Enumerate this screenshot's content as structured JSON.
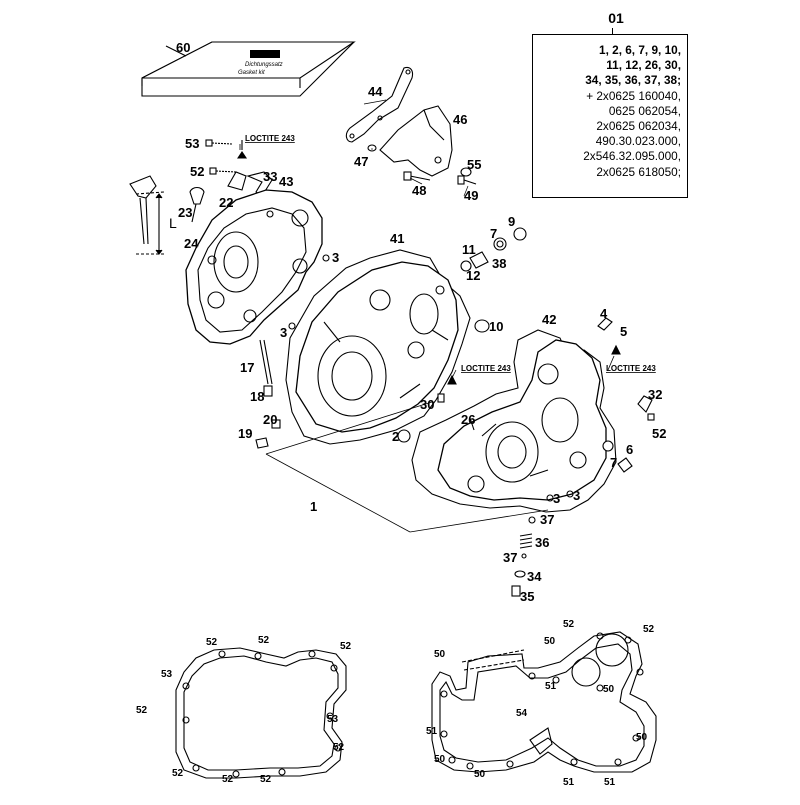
{
  "parts_box": {
    "title": "01",
    "lines": [
      "1, 2, 6, 7, 9, 10,",
      "11, 12, 26, 30,",
      "34, 35, 36, 37, 38;",
      "+ 2x0625 160040,",
      "0625 062054,",
      "2x0625 062034,",
      "490.30.023.000,",
      "2x546.32.095.000,",
      "2x0625 618050;"
    ]
  },
  "card_text": [
    "Dichtungssatz",
    "Gasket kit"
  ],
  "loctite_labels": [
    "LOCTITE 243",
    "LOCTITE 243",
    "LOCTITE 243"
  ],
  "dipstick_label": "L",
  "part_labels": [
    "60",
    "44",
    "46",
    "53",
    "52",
    "33",
    "22",
    "43",
    "23",
    "24",
    "47",
    "48",
    "55",
    "49",
    "9",
    "7",
    "11",
    "38",
    "12",
    "41",
    "3",
    "3",
    "4",
    "5",
    "42",
    "10",
    "17",
    "18",
    "20",
    "19",
    "30",
    "26",
    "2",
    "32",
    "52",
    "6",
    "7",
    "1",
    "3",
    "3",
    "37",
    "36",
    "37",
    "34",
    "35"
  ],
  "gasket_left_labels": [
    "52",
    "52",
    "52",
    "53",
    "52",
    "53",
    "52",
    "52",
    "52",
    "52"
  ],
  "gasket_right_labels": [
    "52",
    "52",
    "50",
    "50",
    "51",
    "50",
    "54",
    "51",
    "50",
    "50",
    "50",
    "51",
    "51"
  ]
}
